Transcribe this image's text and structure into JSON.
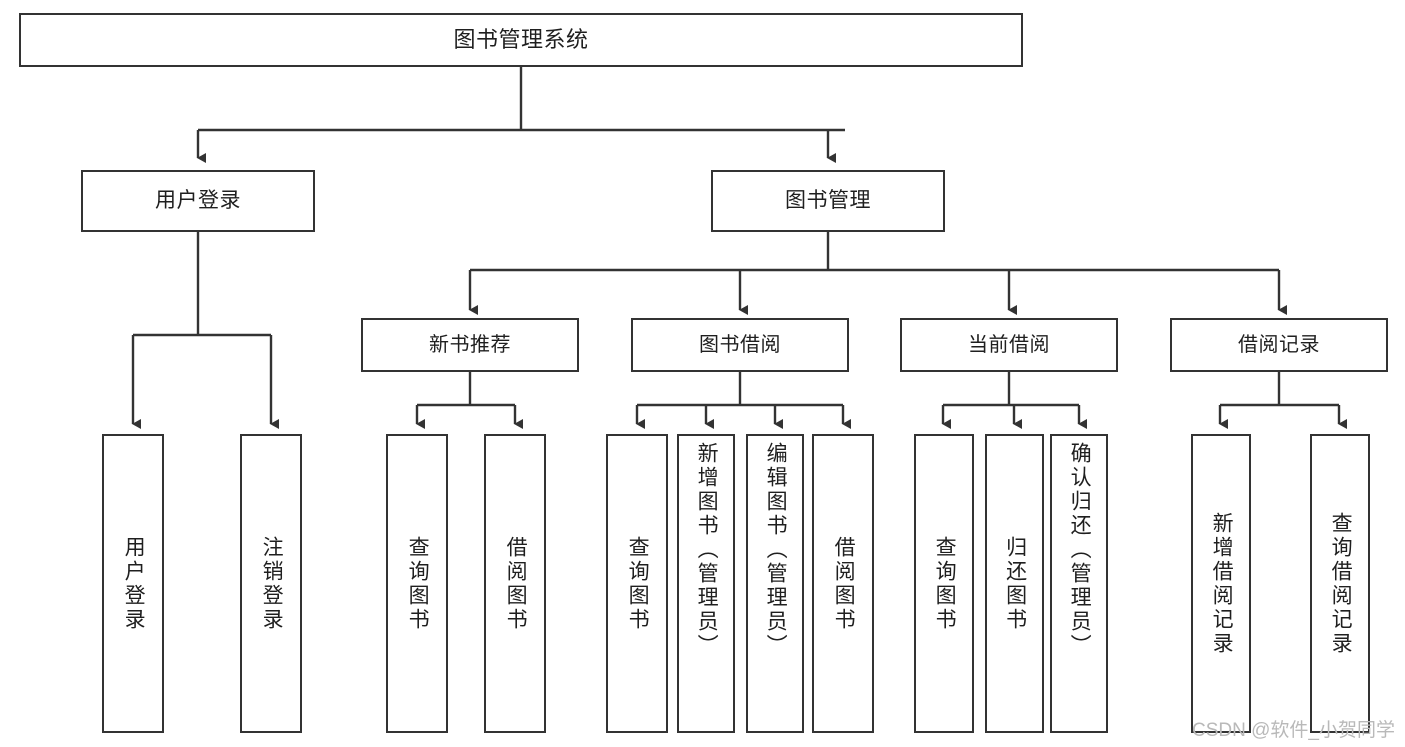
{
  "diagram": {
    "title": "图书管理系统",
    "type": "hierarchy-tree",
    "root": {
      "label": "图书管理系统"
    },
    "level2": [
      {
        "label": "用户登录"
      },
      {
        "label": "图书管理"
      }
    ],
    "level3": [
      {
        "label": "新书推荐"
      },
      {
        "label": "图书借阅"
      },
      {
        "label": "当前借阅"
      },
      {
        "label": "借阅记录"
      }
    ],
    "leaves": {
      "user_login": [
        {
          "label": "用户登录"
        },
        {
          "label": "注销登录"
        }
      ],
      "new_book_recommend": [
        {
          "label": "查询图书"
        },
        {
          "label": "借阅图书"
        }
      ],
      "book_borrow": [
        {
          "label": "查询图书"
        },
        {
          "label": "新增图书（管理员）"
        },
        {
          "label": "编辑图书（管理员）"
        },
        {
          "label": "借阅图书"
        }
      ],
      "current_borrow": [
        {
          "label": "查询图书"
        },
        {
          "label": "归还图书"
        },
        {
          "label": "确认归还（管理员）"
        }
      ],
      "borrow_record": [
        {
          "label": "新增借阅记录"
        },
        {
          "label": "查询借阅记录"
        }
      ]
    }
  },
  "watermark": {
    "text": "CSDN @软件_小贺同学"
  },
  "colors": {
    "border": "#333333",
    "text": "#1f1f1f",
    "background": "#ffffff",
    "watermark": "#b9b9b9"
  }
}
